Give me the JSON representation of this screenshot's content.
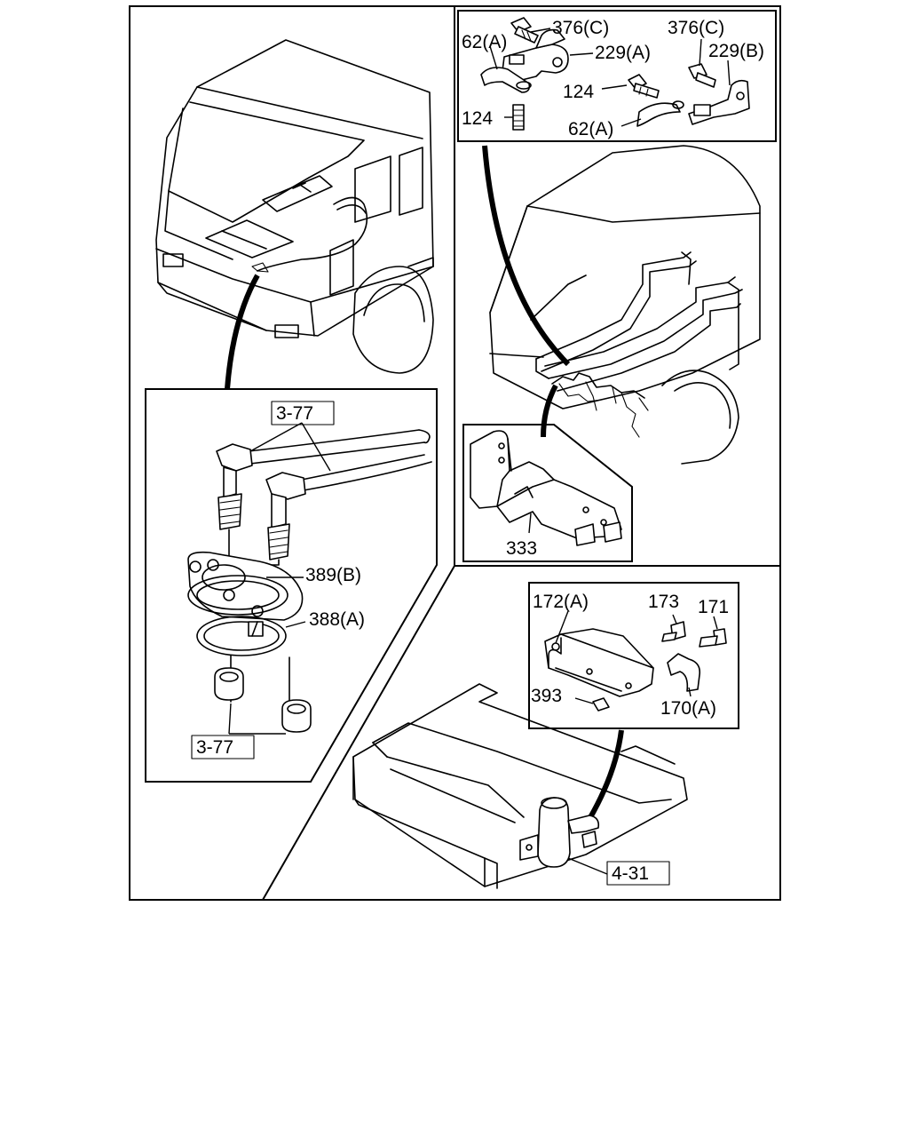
{
  "labels": {
    "top_inset": {
      "l376c_a": "376(C)",
      "l376c_b": "376(C)",
      "l62a_a": "62(A)",
      "l62a_b": "62(A)",
      "l229a": "229(A)",
      "l229b": "229(B)",
      "l124_a": "124",
      "l124_b": "124"
    },
    "bracket_inset": {
      "l333": "333"
    },
    "left_inset": {
      "ref_top": "3-77",
      "ref_bottom": "3-77",
      "l389b": "389(B)",
      "l388a": "388(A)"
    },
    "lower_inset": {
      "l172a": "172(A)",
      "l173": "173",
      "l171": "171",
      "l393": "393",
      "l170a": "170(A)"
    },
    "chassis": {
      "ref": "4-31"
    }
  }
}
